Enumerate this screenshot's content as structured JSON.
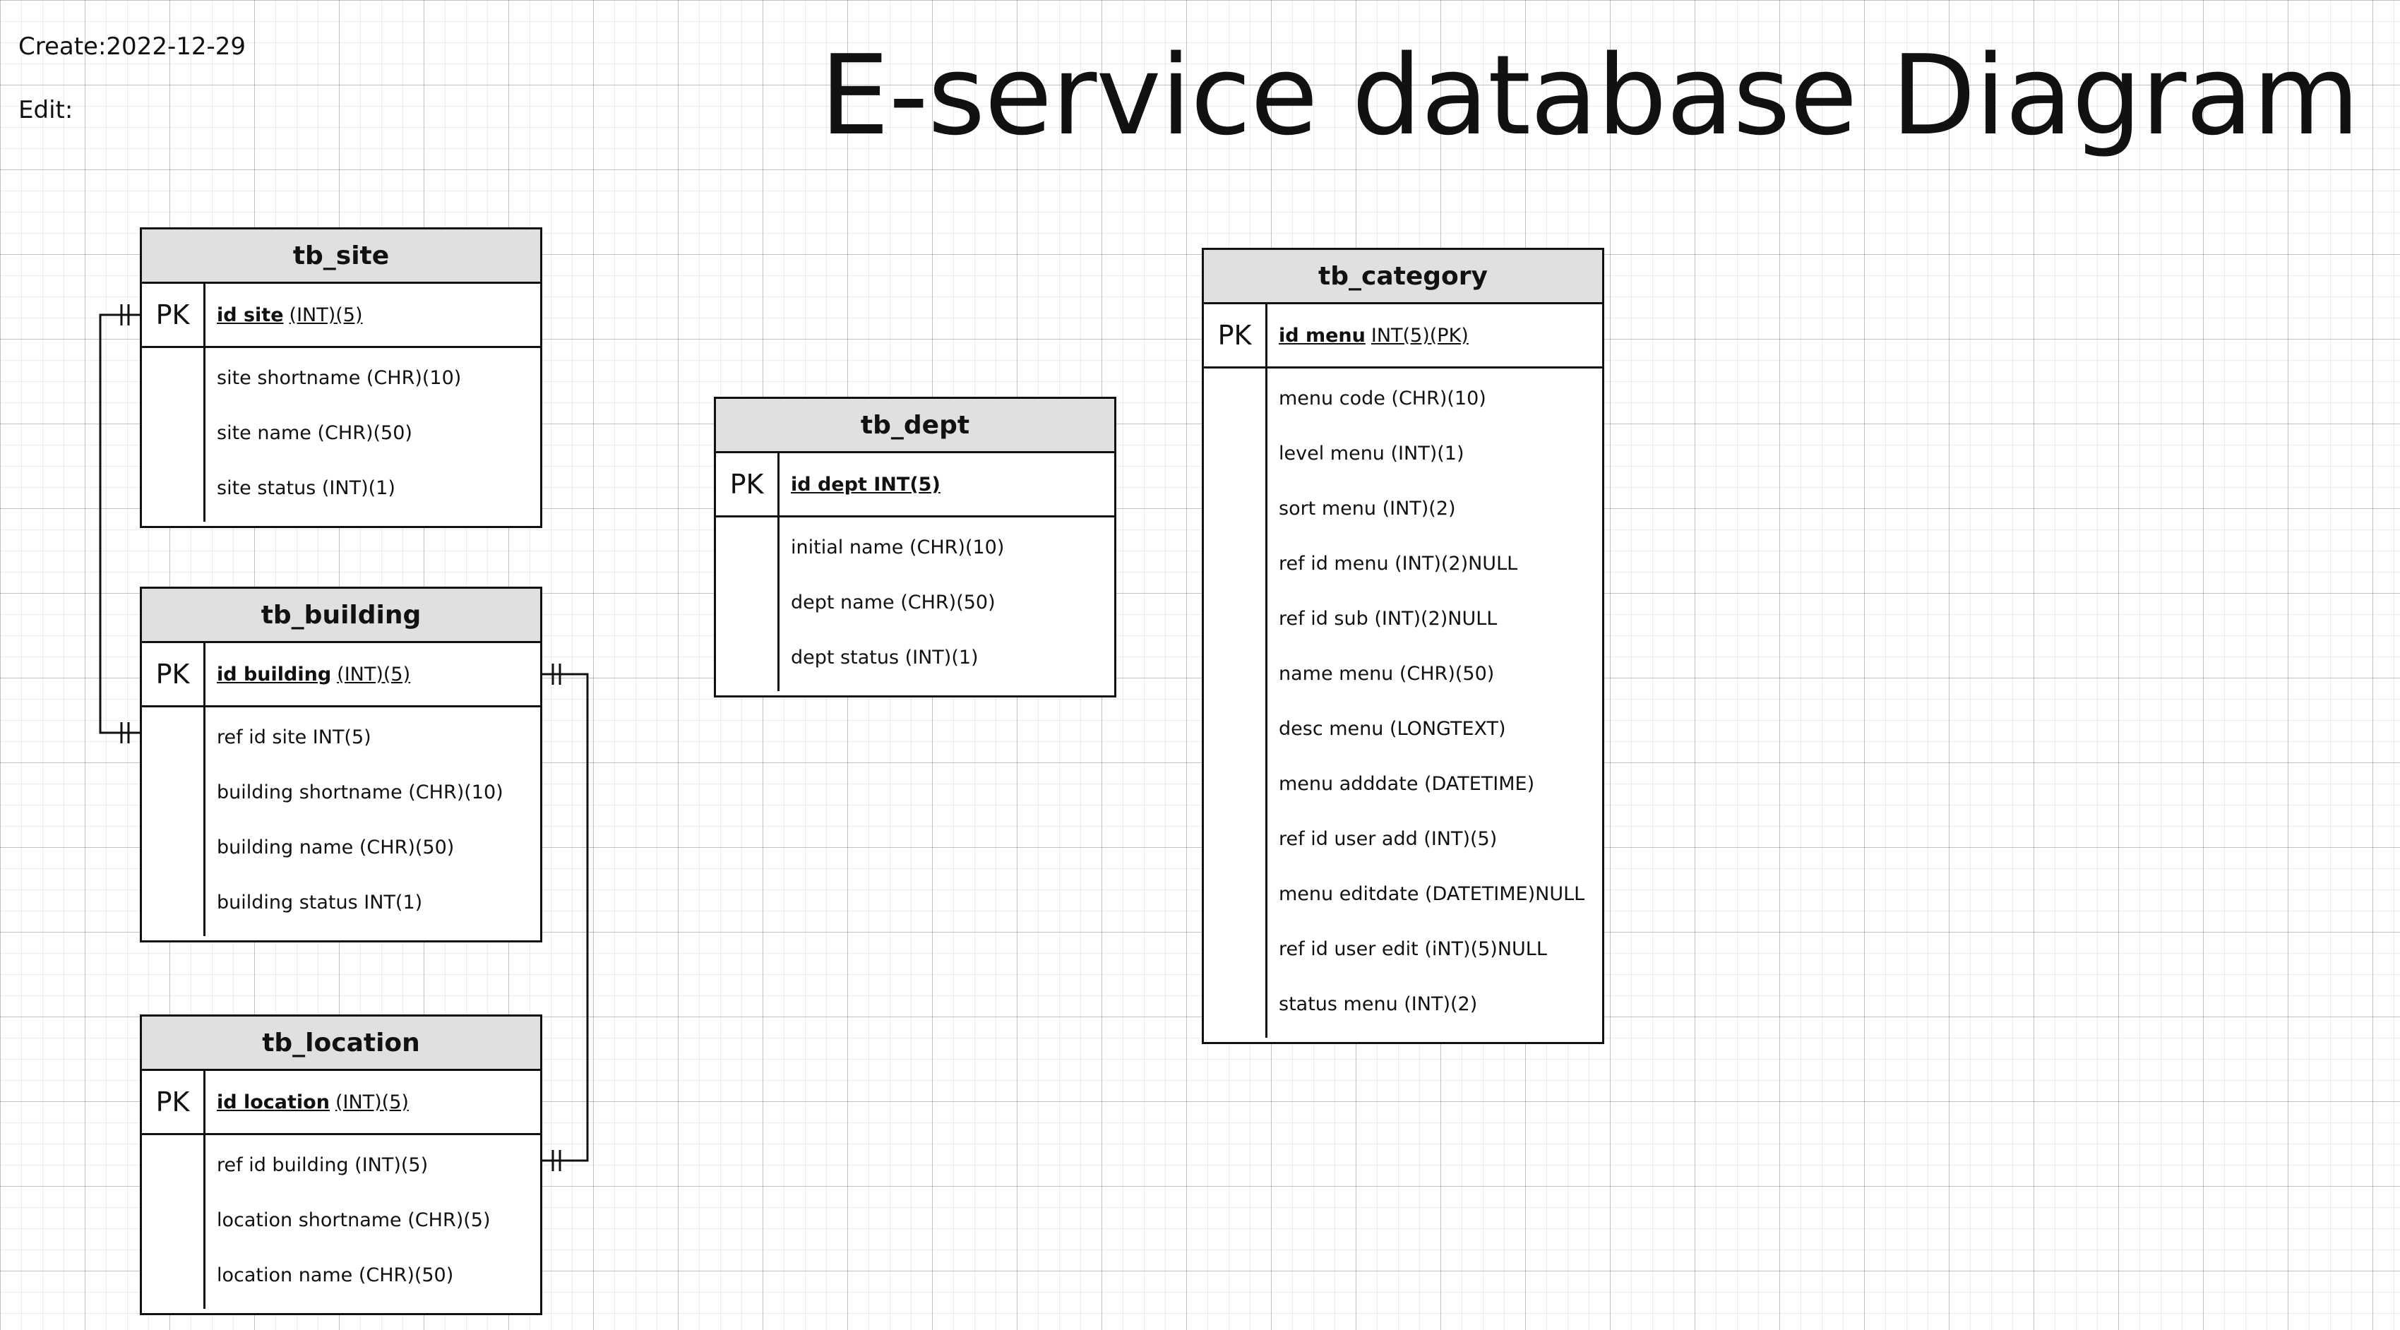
{
  "header": {
    "created": "Create:2022-12-29",
    "edit": "Edit:",
    "title": "E-service database Diagram"
  },
  "tables": {
    "site": {
      "name": "tb_site",
      "pk_label": "PK",
      "pk_name": "id site",
      "pk_type": "(INT)(5)",
      "fields": [
        "site shortname (CHR)(10)",
        "site name (CHR)(50)",
        "site status (INT)(1)"
      ]
    },
    "building": {
      "name": "tb_building",
      "pk_label": "PK",
      "pk_name": "id building",
      "pk_type": "(INT)(5)",
      "fields": [
        "ref id site INT(5)",
        "building shortname (CHR)(10)",
        "building name (CHR)(50)",
        "building status INT(1)"
      ]
    },
    "location": {
      "name": "tb_location",
      "pk_label": "PK",
      "pk_name": "id location",
      "pk_type": "(INT)(5)",
      "fields": [
        "ref id building (INT)(5)",
        "location shortname (CHR)(5)",
        "location name (CHR)(50)"
      ]
    },
    "dept": {
      "name": "tb_dept",
      "pk_label": "PK",
      "pk_name": "id dept INT(5)",
      "pk_type": "",
      "fields": [
        "initial name (CHR)(10)",
        "dept name (CHR)(50)",
        "dept status (INT)(1)"
      ]
    },
    "category": {
      "name": "tb_category",
      "pk_label": "PK",
      "pk_name": "id menu",
      "pk_type": "INT(5)(PK)",
      "fields": [
        "menu code (CHR)(10)",
        "level menu (INT)(1)",
        "sort menu (INT)(2)",
        "ref id menu (INT)(2)NULL",
        "ref id sub (INT)(2)NULL",
        "name menu (CHR)(50)",
        "desc menu (LONGTEXT)",
        "menu adddate (DATETIME)",
        "ref id user add (INT)(5)",
        "menu editdate (DATETIME)NULL",
        "ref id user edit (iNT)(5)NULL",
        "status menu (INT)(2)"
      ]
    }
  }
}
